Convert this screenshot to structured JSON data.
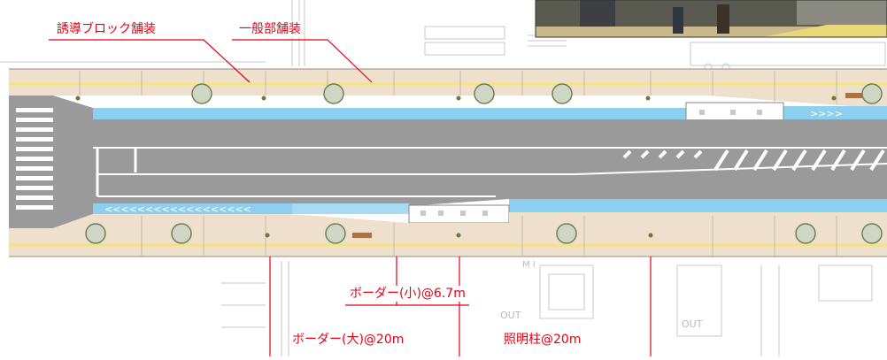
{
  "labels": {
    "guide_block_paving": "誘導ブロック舗装",
    "general_paving": "一般部舗装",
    "border_small": "ボーダー(小)@6.7m",
    "border_large": "ボーダー(大)@20m",
    "light_pole": "照明柱@20m"
  },
  "ground_markings": {
    "out_left": "OUT",
    "out_right": "OUT",
    "m_marks": "M I"
  },
  "colors": {
    "annotation": "#e60012",
    "sidewalk": "#efdfcd",
    "bike_lane": "#8ccfee",
    "road": "#9a9a9a",
    "guide_block": "#f5e47a",
    "planter": "#cfd6c4"
  }
}
